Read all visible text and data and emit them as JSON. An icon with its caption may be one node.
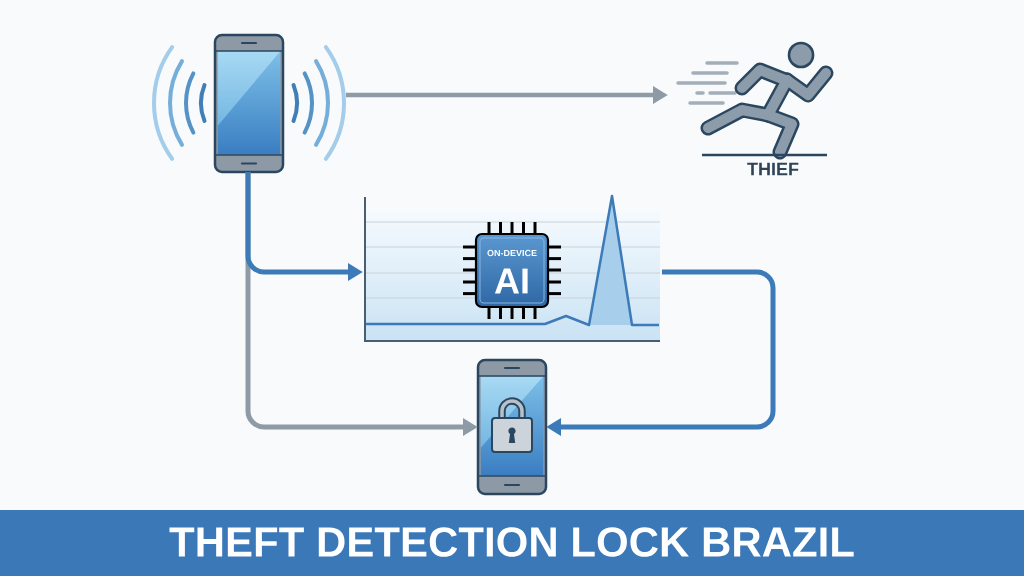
{
  "diagram": {
    "title": "THEFT DETECTION LOCK BRAZIL",
    "nodes": [
      {
        "text": [],
        "shape": "picture"
      },
      {
        "text": [
          "THIEF"
        ]
      },
      {
        "text": [],
        "shape": "chart"
      },
      {
        "text": [
          "ON-DEVICE",
          "AI"
        ],
        "in": 2
      },
      {
        "text": [],
        "shape": "picture"
      }
    ],
    "edges": [
      {
        "from": 0,
        "to": 1,
        "arrow": "to",
        "color": "#8e9aa6"
      },
      {
        "from": 0,
        "to": 2,
        "arrow": "to"
      },
      {
        "from": 0,
        "to": 4,
        "arrow": "to",
        "color": "#8e9aa6"
      },
      {
        "from": 2,
        "to": 4,
        "arrow": "to"
      }
    ]
  }
}
